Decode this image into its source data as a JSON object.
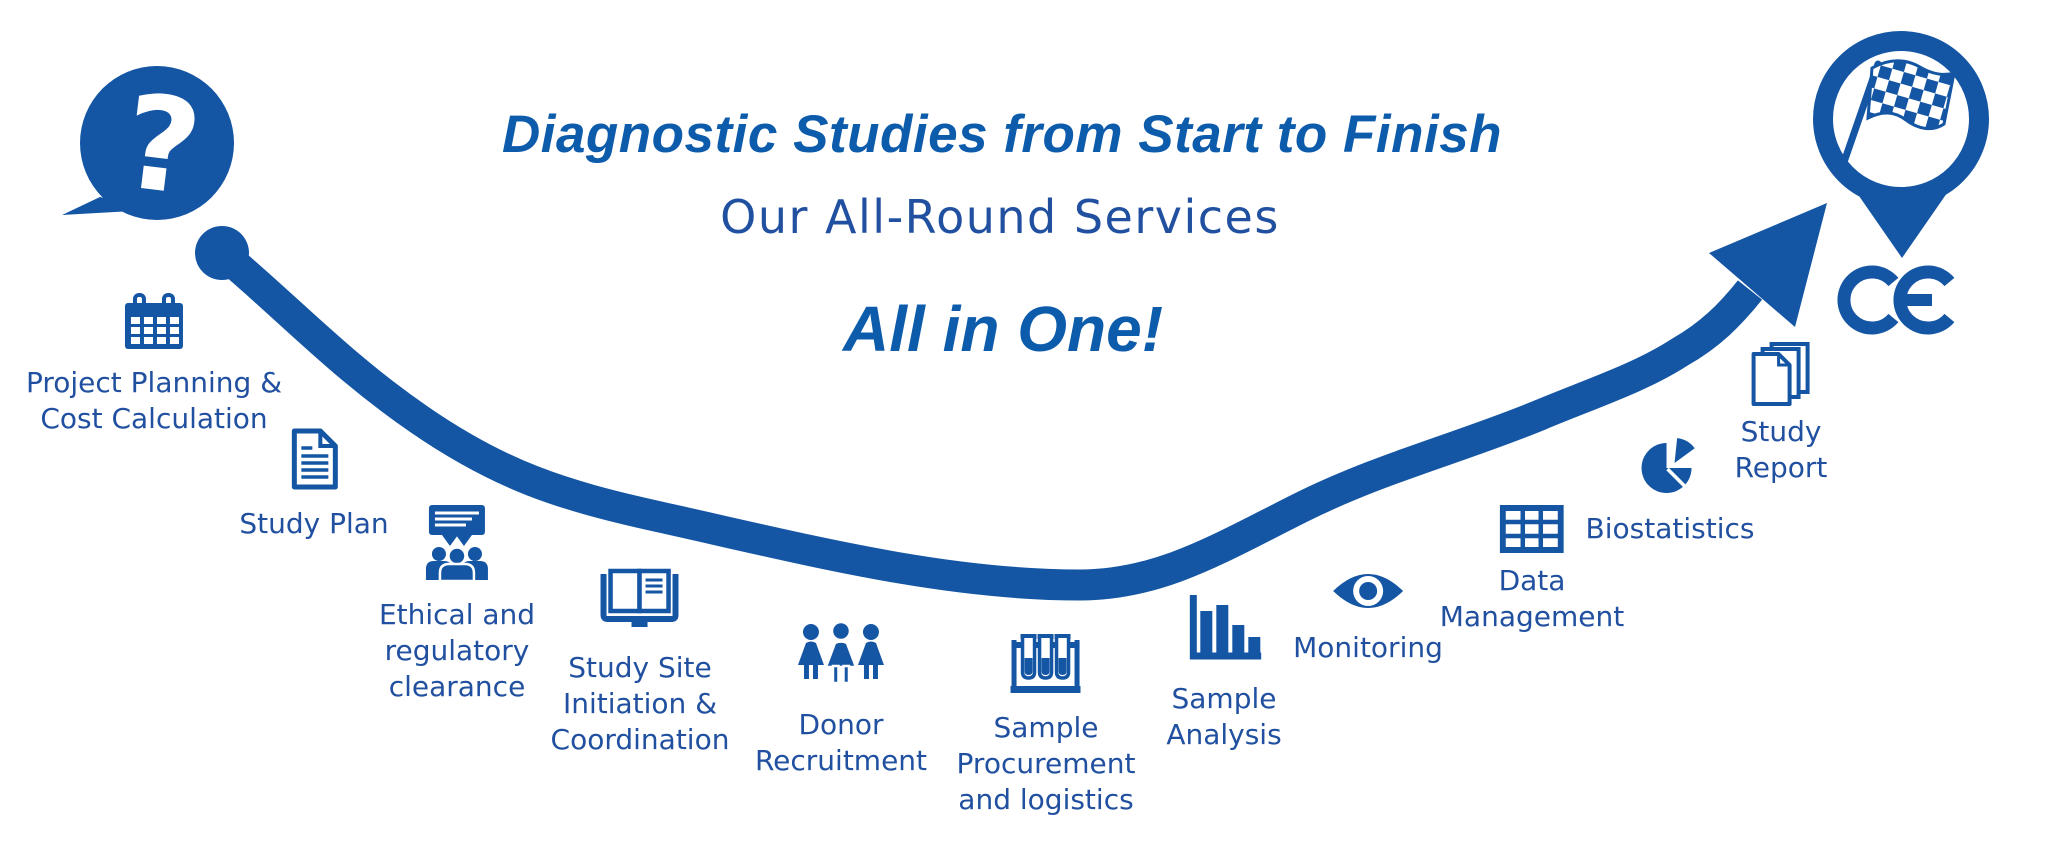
{
  "header": {
    "title": "Diagnostic Studies from Start to Finish",
    "subtitle": "Our All-Round Services",
    "tagline": "All in One!"
  },
  "start": {
    "question_mark": "?"
  },
  "finish": {
    "ce_mark": "CE"
  },
  "colors": {
    "primary_blue": "#1456a4",
    "text_blue": "#20509f",
    "title_blue": "#0d5bab"
  },
  "services": [
    {
      "icon": "calendar-icon",
      "label": "Project Planning &\nCost Calculation"
    },
    {
      "icon": "document-icon",
      "label": "Study Plan"
    },
    {
      "icon": "presentation-icon",
      "label": "Ethical and\nregulatory\nclearance"
    },
    {
      "icon": "open-book-icon",
      "label": "Study Site\nInitiation &\nCoordination"
    },
    {
      "icon": "people-icon",
      "label": "Donor\nRecruitment"
    },
    {
      "icon": "test-tubes-icon",
      "label": "Sample\nProcurement\nand logistics"
    },
    {
      "icon": "bar-chart-icon",
      "label": "Sample\nAnalysis"
    },
    {
      "icon": "eye-icon",
      "label": "Monitoring"
    },
    {
      "icon": "table-icon",
      "label": "Data\nManagement"
    },
    {
      "icon": "pie-chart-icon",
      "label": "Biostatistics"
    },
    {
      "icon": "documents-stack-icon",
      "label": "Study\nReport"
    }
  ]
}
